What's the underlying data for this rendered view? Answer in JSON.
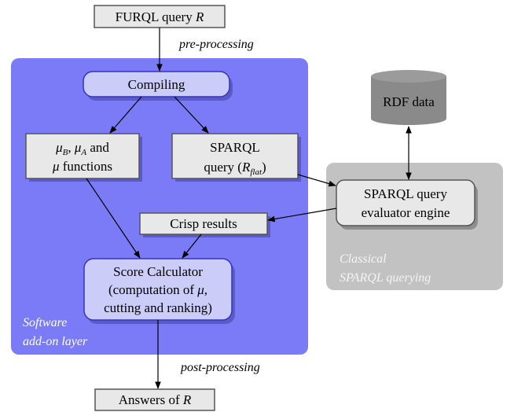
{
  "diagram": {
    "input": {
      "text": "FURQL query ",
      "var": "R"
    },
    "pre_label": "pre-processing",
    "post_label": "post-processing",
    "output": {
      "text": "Answers of ",
      "var": "R"
    },
    "software_layer": {
      "line1": "Software",
      "line2": "add-on layer"
    },
    "classical_layer": {
      "line1": "Classical",
      "line2": "SPARQL querying"
    },
    "compiling": "Compiling",
    "mu_box": {
      "mu_b": "μ",
      "sub_b": "B",
      "sep": ", ",
      "mu_a": "μ",
      "sub_a": "A",
      "and": " and",
      "mu": "μ",
      "functions": " functions"
    },
    "sparql_box": {
      "line1": "SPARQL",
      "line2_pre": "query (",
      "r": "R",
      "sub": "flat",
      "line2_post": ")"
    },
    "rdf": "RDF data",
    "evaluator": {
      "line1": "SPARQL query",
      "line2": "evaluator engine"
    },
    "crisp": "Crisp results",
    "score": {
      "line1": "Score Calculator",
      "line2_pre": "(computation of ",
      "mu": "μ",
      "line2_post": ",",
      "line3": "cutting and ranking)"
    },
    "colors": {
      "software_bg": "#7b7bf7",
      "classical_bg": "#c2c2c2",
      "node_fill": "#ccccf9",
      "box_fill": "#e8e8e8",
      "db_fill": "#8a8a8a"
    }
  }
}
